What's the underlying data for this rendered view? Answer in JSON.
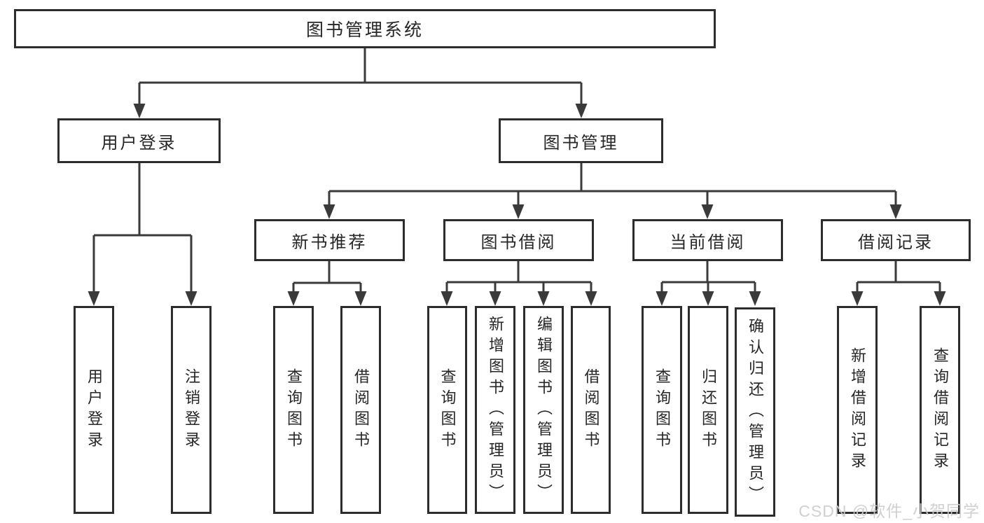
{
  "diagram": {
    "root": {
      "label": "图书管理系统"
    },
    "branches": [
      {
        "label": "用户登录",
        "leaves": [
          "用户登录",
          "注销登录"
        ]
      },
      {
        "label": "图书管理",
        "sections": [
          {
            "label": "新书推荐",
            "leaves": [
              "查询图书",
              "借阅图书"
            ]
          },
          {
            "label": "图书借阅",
            "leaves": [
              "查询图书",
              "新增图书（管理员）",
              "编辑图书（管理员）",
              "借阅图书"
            ]
          },
          {
            "label": "当前借阅",
            "leaves": [
              "查询图书",
              "归还图书",
              "确认归还（管理员）"
            ]
          },
          {
            "label": "借阅记录",
            "leaves": [
              "新增借阅记录",
              "查询借阅记录"
            ]
          }
        ]
      }
    ]
  },
  "watermark": {
    "text": "CSDN @软件_小贺同学"
  },
  "colors": {
    "line": "#3a3a3a",
    "box_border": "#2d2d2d",
    "text": "#262626",
    "watermark": "#cdcdcd",
    "background": "#ffffff"
  }
}
